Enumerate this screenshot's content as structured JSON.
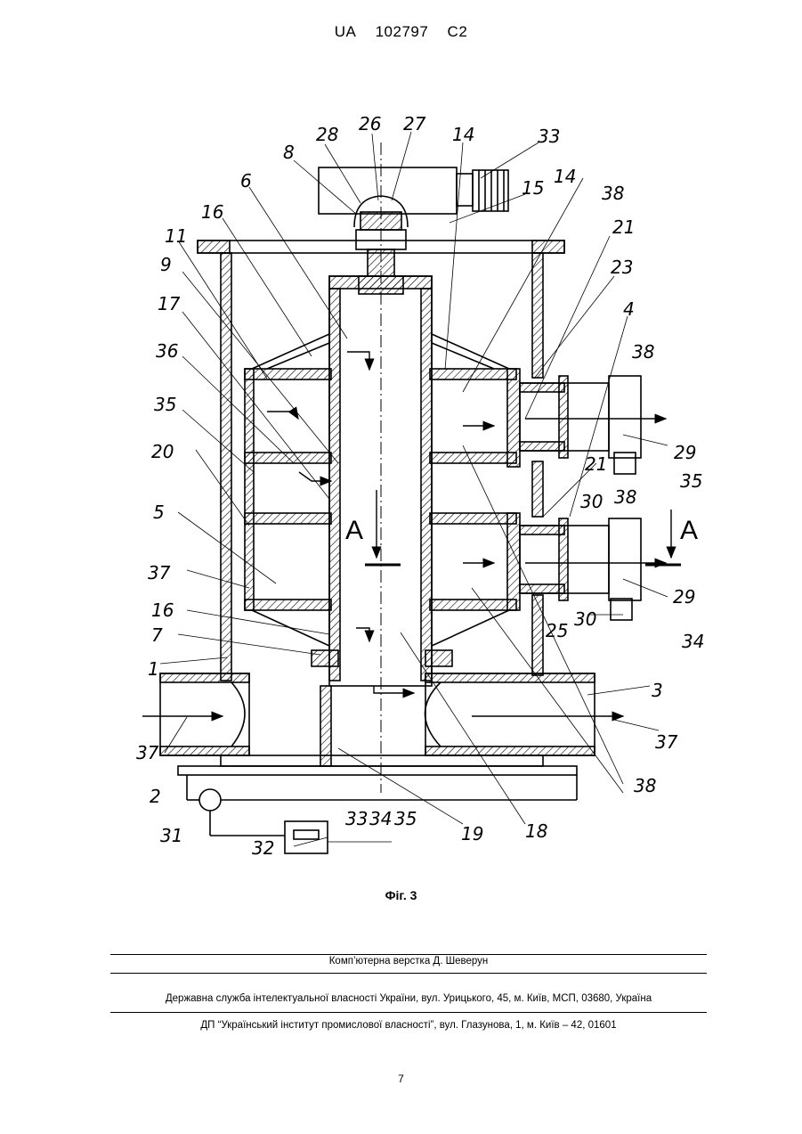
{
  "header": {
    "country": "UA",
    "number": "102797",
    "kind": "C2"
  },
  "figure": {
    "caption": "Фіг. 3",
    "section_mark": "A",
    "labels": [
      "28",
      "26",
      "27",
      "14",
      "33",
      "8",
      "15",
      "14",
      "38",
      "6",
      "21",
      "16",
      "23",
      "11",
      "9",
      "4",
      "17",
      "38",
      "36",
      "29",
      "35",
      "21",
      "35",
      "20",
      "30",
      "38",
      "A",
      "5",
      "A",
      "37",
      "29",
      "16",
      "30",
      "34",
      "25",
      "7",
      "1",
      "3",
      "37",
      "37",
      "2",
      "38",
      "31",
      "33",
      "34",
      "35",
      "19",
      "18",
      "32"
    ]
  },
  "footer": {
    "layout": "Комп’ютерна верстка Д. Шеверун",
    "service": "Державна служба інтелектуальної власності України, вул. Урицького, 45, м. Київ, МСП, 03680, Україна",
    "institute": "ДП “Український інститут промислової власності”, вул. Глазунова, 1, м. Київ – 42, 01601"
  },
  "page_number": "7"
}
